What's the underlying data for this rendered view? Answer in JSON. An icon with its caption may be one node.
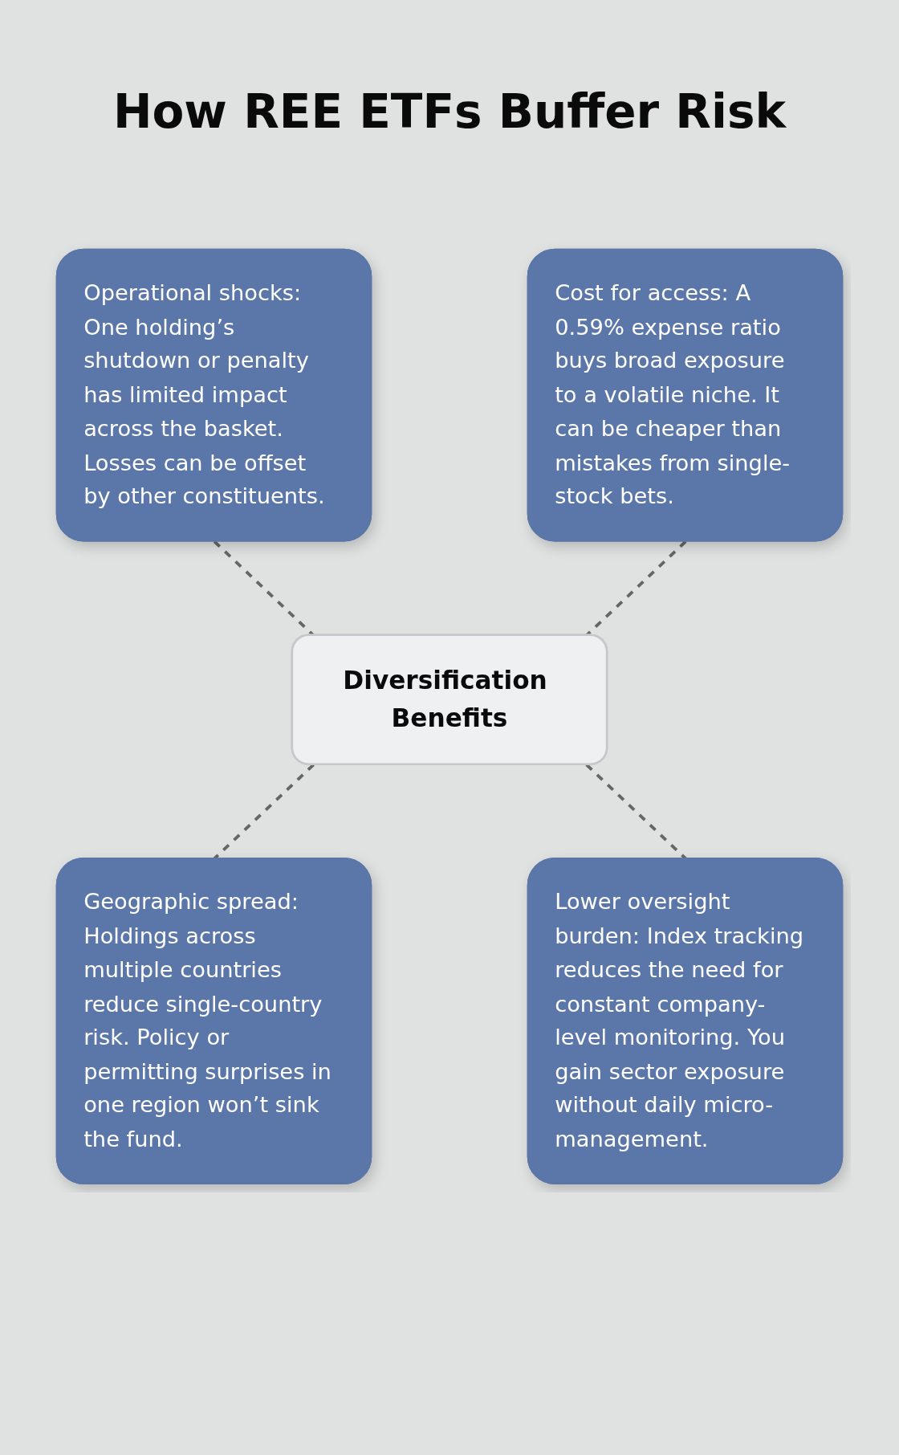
{
  "diagram": {
    "title": "How REE ETFs Buffer Risk",
    "nodes": [
      {
        "text": [
          "Operational shocks: One holding’s shutdown or penalty has limited impact across the basket. Losses can be offset by other constituents."
        ]
      },
      {
        "text": [
          "Cost for access: A 0.59% expense ratio buys broad exposure to a volatile niche. It can be cheaper than mistakes from single-stock bets."
        ]
      },
      {
        "text": [
          "Diversification Benefits"
        ]
      },
      {
        "text": [
          "Geographic spread: Holdings across multiple countries reduce single-country risk. Policy or permitting surprises in one region won’t sink the fund."
        ]
      },
      {
        "text": [
          "Lower oversight burden: Index tracking reduces the need for constant company-level monitoring. You gain sector exposure without daily micro-management."
        ]
      }
    ],
    "edges": [
      {
        "from": 0,
        "to": 2,
        "arrow": "none",
        "style": "dashed"
      },
      {
        "from": 1,
        "to": 2,
        "arrow": "none",
        "style": "dashed"
      },
      {
        "from": 2,
        "to": 3,
        "arrow": "none",
        "style": "dashed"
      },
      {
        "from": 2,
        "to": 4,
        "arrow": "none",
        "style": "dashed"
      }
    ]
  }
}
